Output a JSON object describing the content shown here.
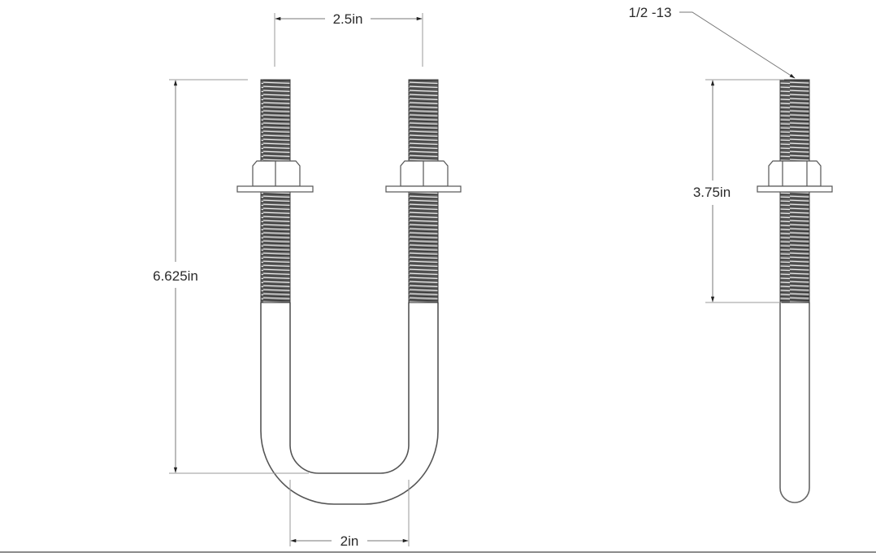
{
  "drawing": {
    "title": "U-Bolt technical drawing",
    "colors": {
      "outline": "#555555",
      "dimension_line": "#9a9a9a",
      "thread_dark": "#4a4a4a",
      "text": "#2a2a2a",
      "border": "#8a8a8a"
    },
    "front_view": {
      "dimensions": {
        "center_spacing": "2.5in",
        "overall_height": "6.625in",
        "inside_width": "2in"
      }
    },
    "side_view": {
      "dimensions": {
        "thread_length": "3.75in"
      },
      "thread_callout": "1/2 -13"
    }
  }
}
